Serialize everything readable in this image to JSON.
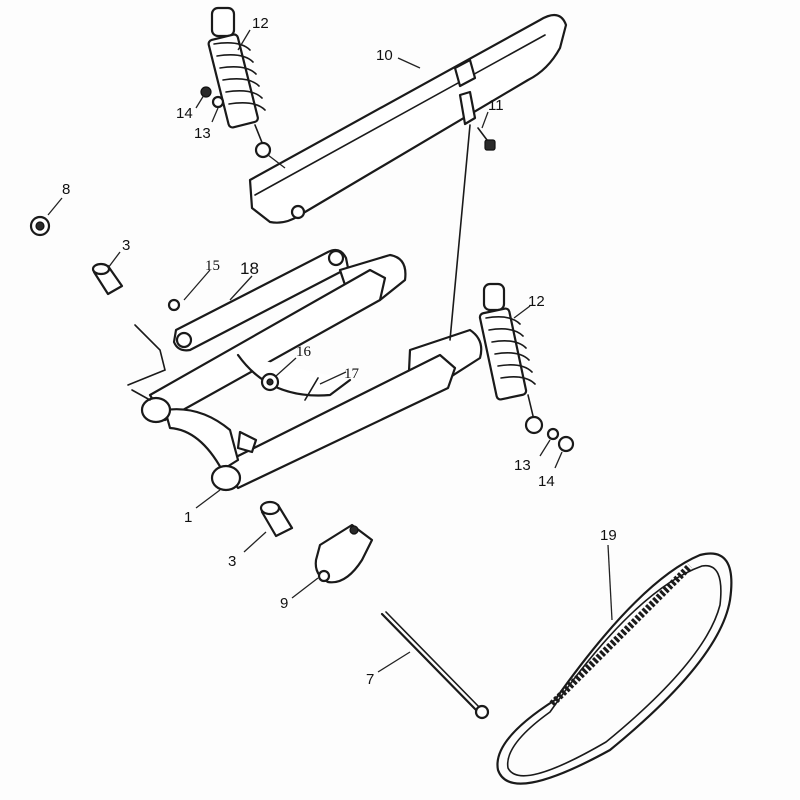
{
  "diagram": {
    "callouts": {
      "c1": "1",
      "c3a": "3",
      "c3b": "3",
      "c7": "7",
      "c8": "8",
      "c9": "9",
      "c10": "10",
      "c11": "11",
      "c12a": "12",
      "c12b": "12",
      "c13a": "13",
      "c13b": "13",
      "c14a": "14",
      "c14b": "14",
      "c15": "15",
      "c16": "16",
      "c17": "17",
      "c18": "18",
      "c19": "19"
    }
  }
}
